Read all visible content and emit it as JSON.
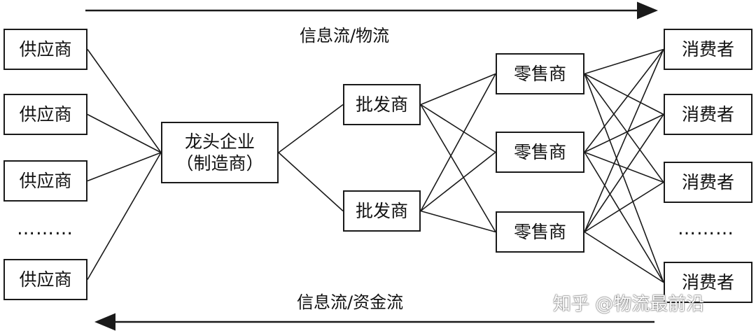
{
  "top_flow": {
    "label": "信息流/物流"
  },
  "bottom_flow": {
    "label": "信息流/资金流"
  },
  "suppliers": {
    "items": [
      "供应商",
      "供应商",
      "供应商",
      "供应商"
    ],
    "ellipsis": "………"
  },
  "core_enterprise": {
    "line1": "龙头企业",
    "line2": "（制造商）"
  },
  "wholesalers": {
    "items": [
      "批发商",
      "批发商"
    ]
  },
  "retailers": {
    "items": [
      "零售商",
      "零售商",
      "零售商"
    ]
  },
  "consumers": {
    "items": [
      "消费者",
      "消费者",
      "消费者",
      "消费者"
    ],
    "ellipsis": "………"
  },
  "watermark": {
    "text": "知乎 @物流最前沿"
  },
  "colors": {
    "line": "#1a1a1a",
    "text": "#111111",
    "background": "#ffffff"
  }
}
